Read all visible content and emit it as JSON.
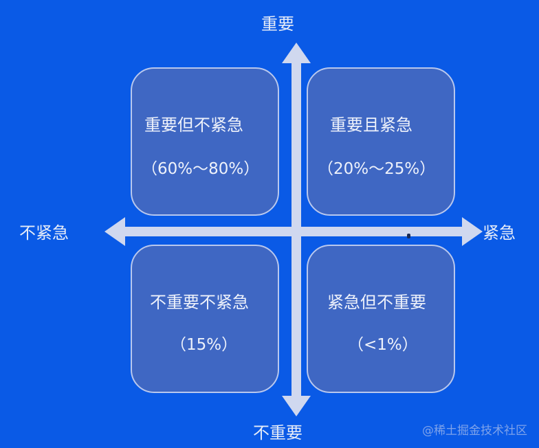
{
  "axes": {
    "top": "重要",
    "bottom": "不重要",
    "left": "不紧急",
    "right": "紧急"
  },
  "quadrants": [
    {
      "position": "top-left",
      "title": "重要但不紧急",
      "share": "（60%～80%）"
    },
    {
      "position": "top-right",
      "title": "重要且紧急",
      "share": "（20%～25%）"
    },
    {
      "position": "bottom-left",
      "title": "不重要不紧急",
      "share": "（15%）"
    },
    {
      "position": "bottom-right",
      "title": "紧急但不重要",
      "share": "（<1%）"
    }
  ],
  "watermark": "@稀土掘金技术社区",
  "colors": {
    "background": "#0a5ae6",
    "box_fill": "#3f67c3",
    "box_border": "#b9c8ee",
    "axis": "#d0d8ef"
  }
}
